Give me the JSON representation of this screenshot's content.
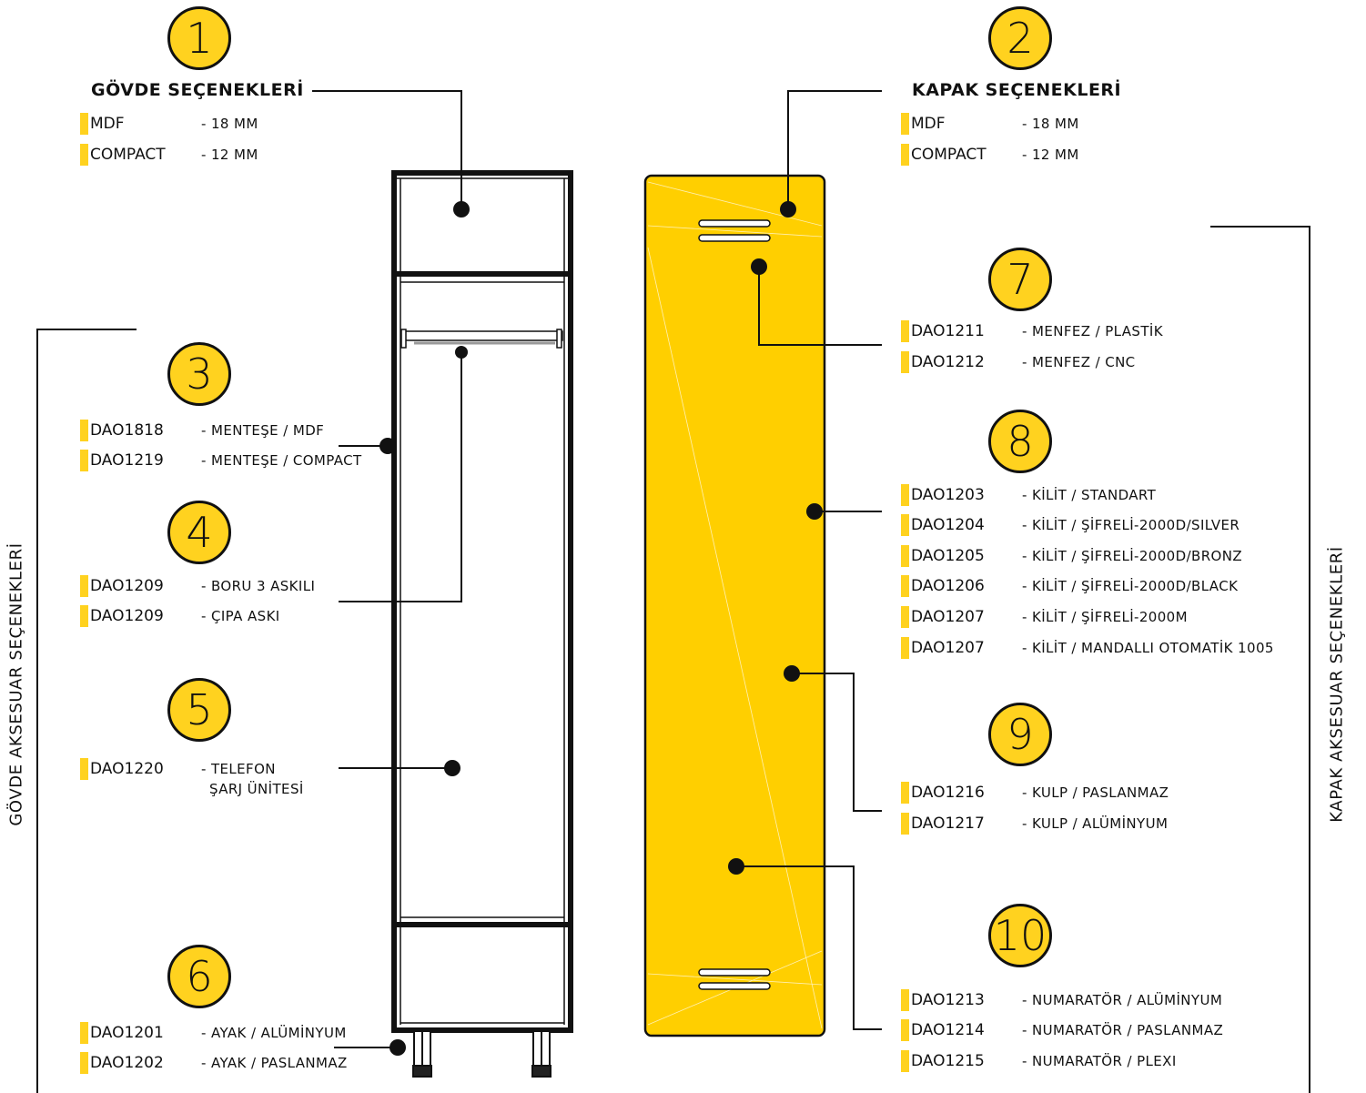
{
  "colors": {
    "accent": "#FFD21F",
    "ink": "#111111"
  },
  "side_labels": {
    "left": "GÖVDE AKSESUAR SEÇENEKLERİ",
    "right": "KAPAK AKSESUAR SEÇENEKLERİ"
  },
  "sections": [
    {
      "number": "1",
      "heading": "GÖVDE SEÇENEKLERİ",
      "items": [
        {
          "code": "MDF",
          "desc": "- 18 MM"
        },
        {
          "code": "COMPACT",
          "desc": "- 12 MM"
        }
      ]
    },
    {
      "number": "2",
      "heading": "KAPAK SEÇENEKLERİ",
      "items": [
        {
          "code": "MDF",
          "desc": "- 18 MM"
        },
        {
          "code": "COMPACT",
          "desc": "- 12 MM"
        }
      ]
    },
    {
      "number": "3",
      "heading": "",
      "items": [
        {
          "code": "DAO1818",
          "desc": "- MENTEŞE / MDF"
        },
        {
          "code": "DAO1219",
          "desc": "- MENTEŞE / COMPACT"
        }
      ]
    },
    {
      "number": "4",
      "heading": "",
      "items": [
        {
          "code": "DAO1209",
          "desc": "- BORU 3 ASKILI"
        },
        {
          "code": "DAO1209",
          "desc": "- ÇIPA ASKI"
        }
      ]
    },
    {
      "number": "5",
      "heading": "",
      "items": [
        {
          "code": "DAO1220",
          "desc": "- TELEFON",
          "desc2": "ŞARJ ÜNİTESİ"
        }
      ]
    },
    {
      "number": "6",
      "heading": "",
      "items": [
        {
          "code": "DAO1201",
          "desc": "- AYAK / ALÜMİNYUM"
        },
        {
          "code": "DAO1202",
          "desc": "- AYAK / PASLANMAZ"
        }
      ]
    },
    {
      "number": "7",
      "heading": "",
      "items": [
        {
          "code": "DAO1211",
          "desc": "- MENFEZ / PLASTİK"
        },
        {
          "code": "DAO1212",
          "desc": "- MENFEZ / CNC"
        }
      ]
    },
    {
      "number": "8",
      "heading": "",
      "items": [
        {
          "code": "DAO1203",
          "desc": "- KİLİT / STANDART"
        },
        {
          "code": "DAO1204",
          "desc": "- KİLİT / ŞİFRELİ-2000D/SILVER"
        },
        {
          "code": "DAO1205",
          "desc": "- KİLİT / ŞİFRELİ-2000D/BRONZ"
        },
        {
          "code": "DAO1206",
          "desc": "- KİLİT / ŞİFRELİ-2000D/BLACK"
        },
        {
          "code": "DAO1207",
          "desc": "- KİLİT / ŞİFRELİ-2000M"
        },
        {
          "code": "DAO1207",
          "desc": "- KİLİT / MANDALLI OTOMATİK 1005"
        }
      ]
    },
    {
      "number": "9",
      "heading": "",
      "items": [
        {
          "code": "DAO1216",
          "desc": "- KULP / PASLANMAZ"
        },
        {
          "code": "DAO1217",
          "desc": "- KULP / ALÜMİNYUM"
        }
      ]
    },
    {
      "number": "10",
      "heading": "",
      "items": [
        {
          "code": "DAO1213",
          "desc": "- NUMARATÖR / ALÜMİNYUM"
        },
        {
          "code": "DAO1214",
          "desc": "- NUMARATÖR / PASLANMAZ"
        },
        {
          "code": "DAO1215",
          "desc": "- NUMARATÖR / PLEXI"
        }
      ]
    }
  ]
}
